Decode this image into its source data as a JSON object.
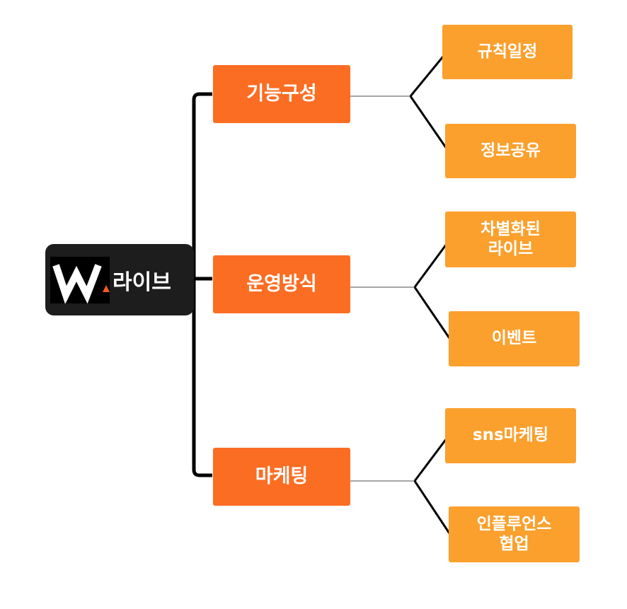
{
  "root": {
    "logo_letter": "W",
    "label": "라이브"
  },
  "branches": [
    {
      "label": "기능구성",
      "children": [
        "규칙일정",
        "정보공유"
      ]
    },
    {
      "label": "운영방식",
      "children": [
        "차별화된\n라이브",
        "이벤트"
      ]
    },
    {
      "label": "마케팅",
      "children": [
        "sns마케팅",
        "인플루언스\n협업"
      ]
    }
  ],
  "colors": {
    "root_bg": "#1d1d1d",
    "branch_bg": "#fb6d23",
    "leaf_bg": "#fba02d",
    "connector": "#000000",
    "logo_accent": "#f15a22"
  }
}
